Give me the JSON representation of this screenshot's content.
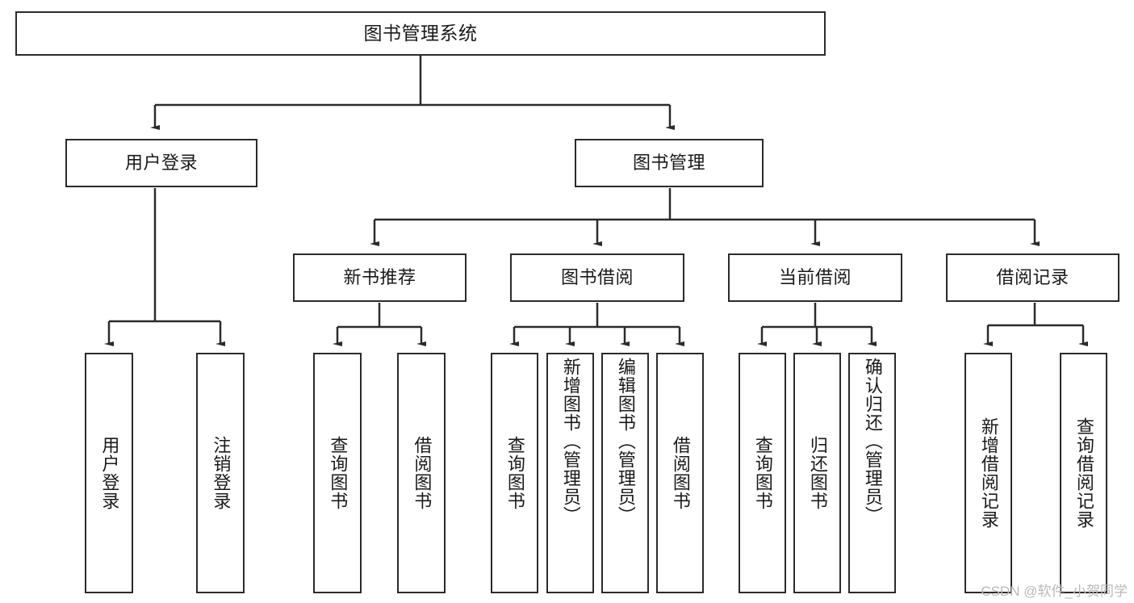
{
  "diagram": {
    "type": "tree-hierarchy",
    "title": "图书管理系统",
    "watermark": "CSDN @软件_小贺同学",
    "colors": {
      "border": "#2b2b2b",
      "background": "#ffffff",
      "text": "#1a1a1a",
      "edge": "#2b2b2b",
      "watermark": "#b9b9b9"
    },
    "nodes": {
      "root": {
        "label": "图书管理系统"
      },
      "level2": [
        {
          "id": "user-login",
          "label": "用户登录"
        },
        {
          "id": "book-management",
          "label": "图书管理"
        }
      ],
      "level3": [
        {
          "id": "new-book-recommend",
          "label": "新书推荐"
        },
        {
          "id": "book-borrow",
          "label": "图书借阅"
        },
        {
          "id": "current-borrow",
          "label": "当前借阅"
        },
        {
          "id": "borrow-record",
          "label": "借阅记录"
        }
      ],
      "leaves": {
        "user_login": [
          {
            "id": "leaf-user-login",
            "label": "用户登录"
          },
          {
            "id": "leaf-logout-login",
            "label": "注销登录"
          }
        ],
        "new_book_recommend": [
          {
            "id": "leaf-query-book-1",
            "label": "查询图书"
          },
          {
            "id": "leaf-borrow-book-1",
            "label": "借阅图书"
          }
        ],
        "book_borrow": [
          {
            "id": "leaf-query-book-2",
            "label": "查询图书"
          },
          {
            "id": "leaf-add-book",
            "label": "新增图书（管理员）"
          },
          {
            "id": "leaf-edit-book",
            "label": "编辑图书（管理员）"
          },
          {
            "id": "leaf-borrow-book-2",
            "label": "借阅图书"
          }
        ],
        "current_borrow": [
          {
            "id": "leaf-query-book-3",
            "label": "查询图书"
          },
          {
            "id": "leaf-return-book",
            "label": "归还图书"
          },
          {
            "id": "leaf-confirm-return",
            "label": "确认归还（管理员）"
          }
        ],
        "borrow_record": [
          {
            "id": "leaf-add-record",
            "label": "新增借阅记录"
          },
          {
            "id": "leaf-query-record",
            "label": "查询借阅记录"
          }
        ]
      }
    }
  }
}
